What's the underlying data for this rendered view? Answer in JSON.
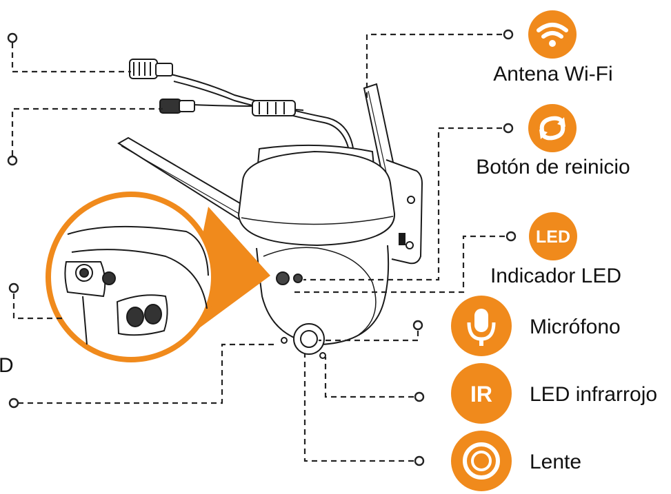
{
  "accent_color": "#F08A1C",
  "line_color": "#222222",
  "labels": {
    "wifi_antenna": "Antena Wi-Fi",
    "reset_button": "Botón de reinicio",
    "led_indicator": "Indicador LED",
    "microphone": "Micrófono",
    "infrared_led": "LED infrarrojo",
    "lens": "Lente",
    "cut_left_letter": "D"
  },
  "badges": {
    "led_text": "LED",
    "ir_text": "IR"
  },
  "icons": {
    "wifi": "wifi-icon",
    "reset": "reset-icon",
    "led": "led-badge-icon",
    "mic": "microphone-icon",
    "ir": "ir-badge-icon",
    "lens": "lens-icon"
  }
}
